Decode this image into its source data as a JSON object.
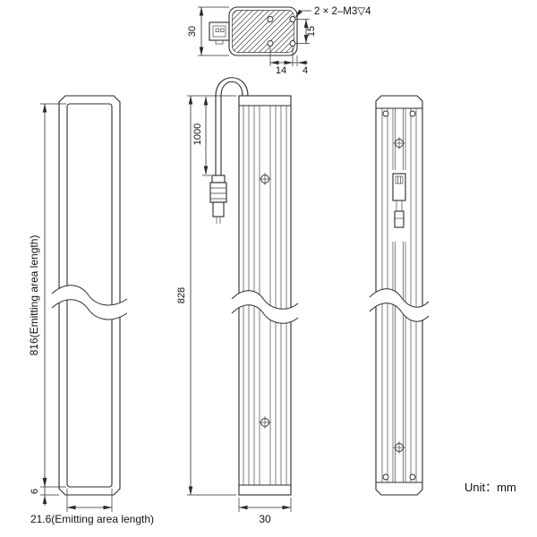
{
  "meta": {
    "unit_label": "Unit：mm"
  },
  "top_view": {
    "height_dim": "30",
    "screw_note": "2 × 2–M3▽4",
    "hole_pitch_dim": "15",
    "hole_span_dim": "14",
    "edge_offset_dim": "4"
  },
  "front_view": {
    "emitting_length_dim": "816(Emitting area length)",
    "end_margin_dim": "6",
    "emitting_width_dim": "21.6(Emitting area length)"
  },
  "side_view": {
    "cable_length_dim": "1000",
    "overall_length_dim": "828",
    "body_width_dim": "30"
  }
}
